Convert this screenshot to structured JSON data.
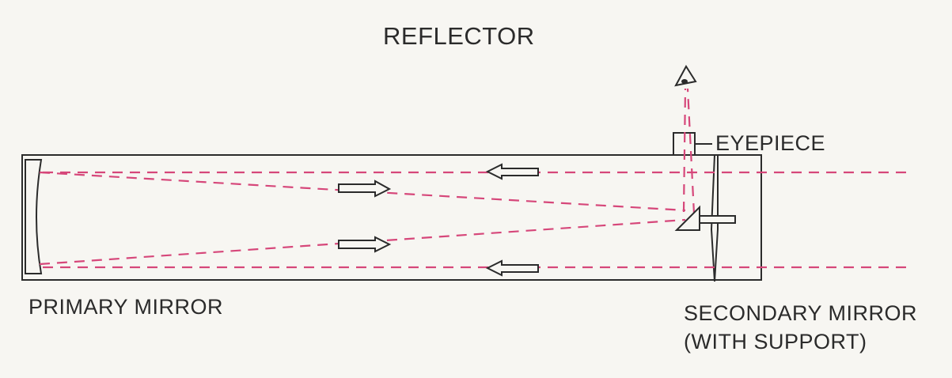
{
  "diagram": {
    "title": "REFLECTOR",
    "labels": {
      "eyepiece": "EYEPIECE",
      "primary_mirror": "PRIMARY MIRROR",
      "secondary_mirror_line1": "SECONDARY MIRROR",
      "secondary_mirror_line2": "(WITH SUPPORT)"
    },
    "colors": {
      "background": "#f7f6f2",
      "outline": "#2b2b2b",
      "light_path": "#d6477a"
    },
    "arrows": {
      "incoming": "left-arrow-icon",
      "reflected": "right-arrow-icon"
    }
  }
}
